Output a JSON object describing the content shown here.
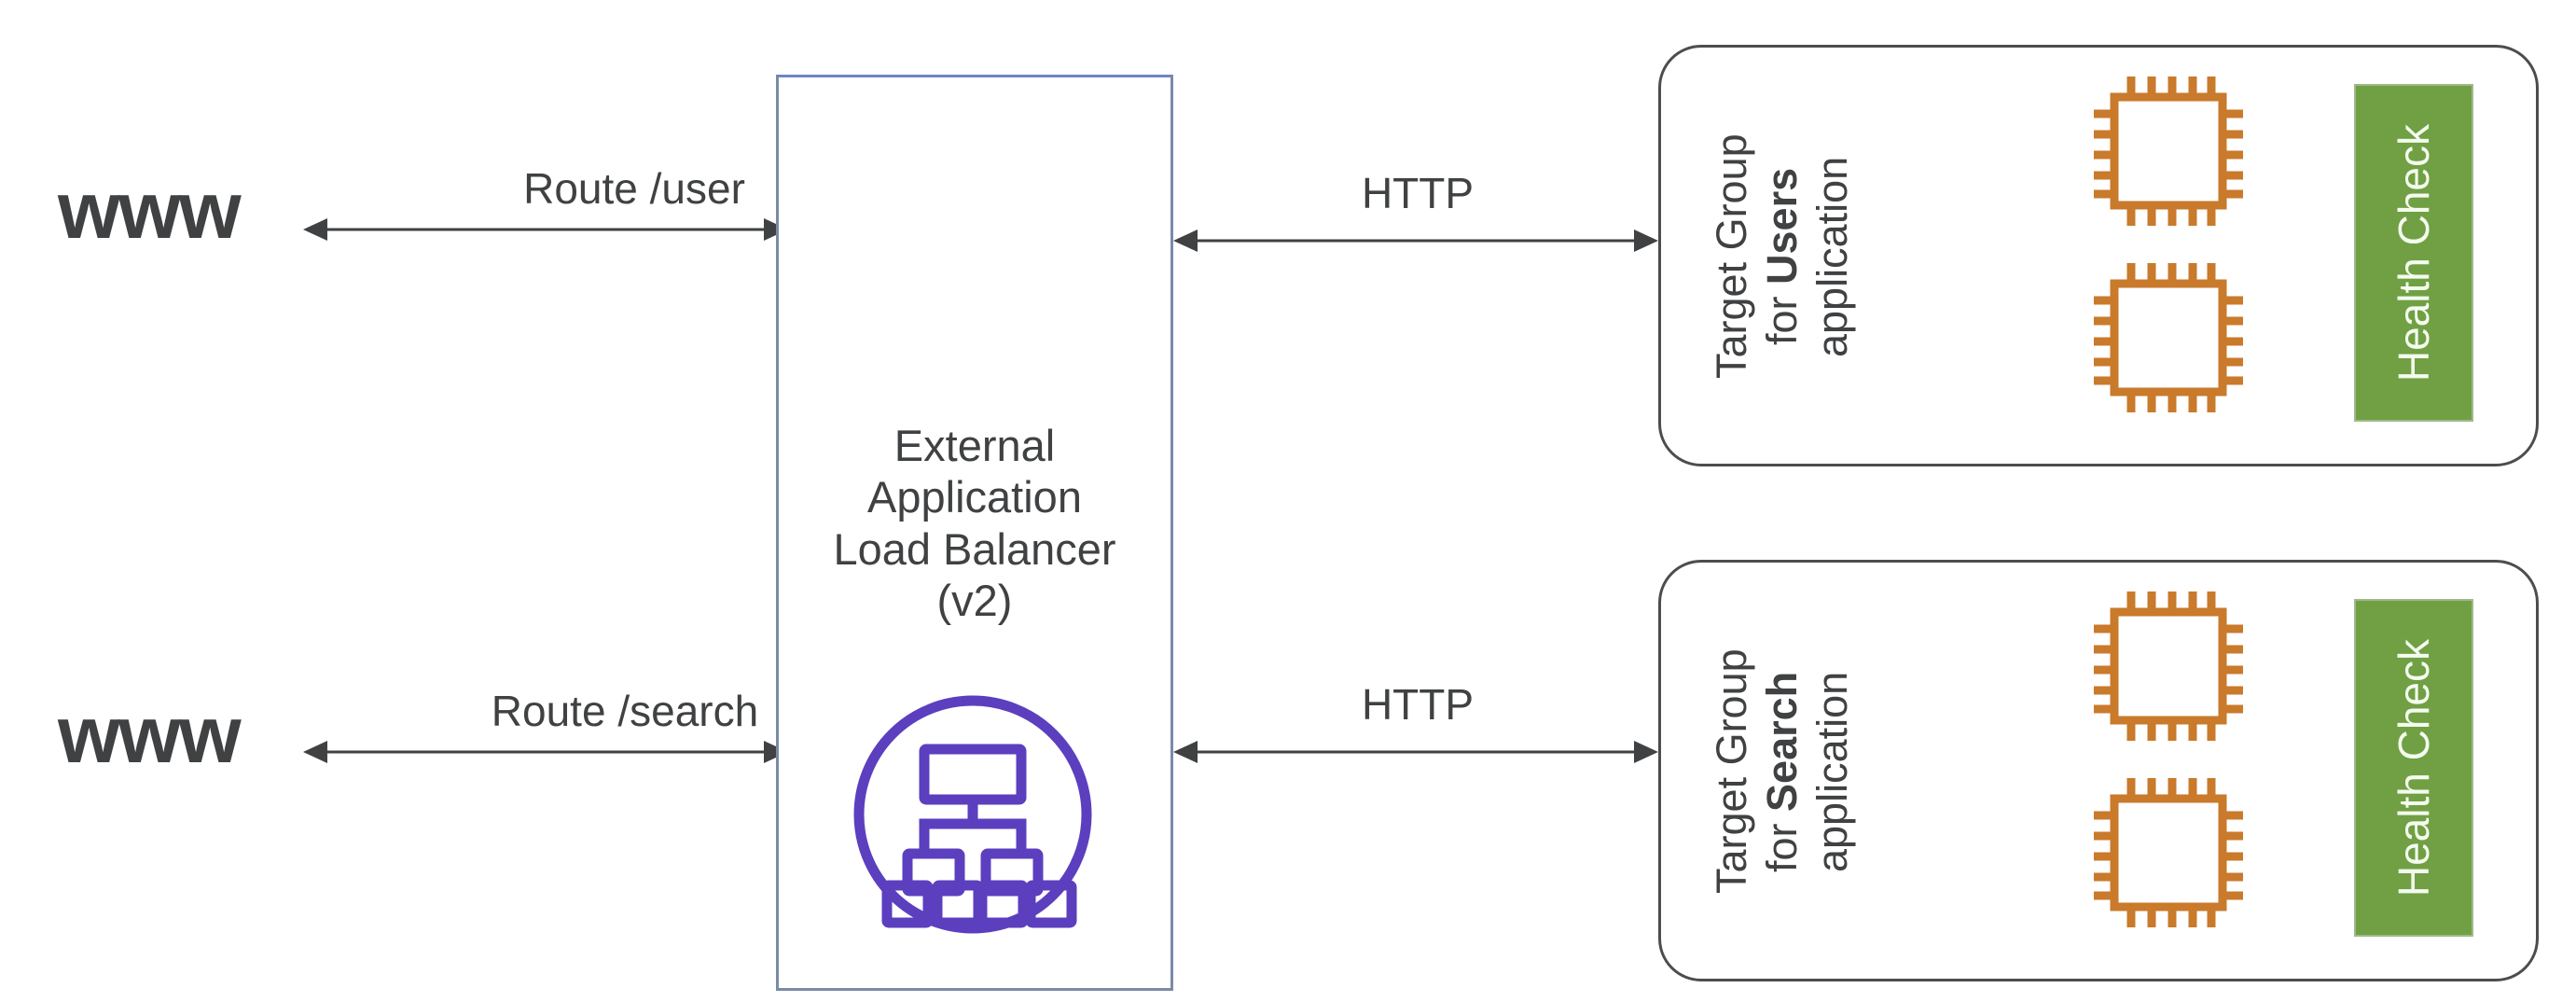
{
  "diagram": {
    "title": "External Application Load Balancer routing to target groups",
    "colors": {
      "text": "#3f4142",
      "lb_border_blue": "#6b86c4",
      "lb_border_gray": "#7a8ba6",
      "lb_icon_purple": "#5b3fbf",
      "target_group_border": "#4d4d4d",
      "chip_orange": "#c97a2b",
      "health_green": "#70a043",
      "health_text": "#f4fbef",
      "arrow": "#3f4142",
      "background": "#ffffff"
    }
  },
  "clients": [
    {
      "label": "www",
      "icon": "www-globe-icon"
    },
    {
      "label": "www",
      "icon": "www-globe-icon"
    }
  ],
  "load_balancer": {
    "lines": [
      "External",
      "Application",
      "Load Balancer",
      "(v2)"
    ],
    "full_name": "External Application Load Balancer (v2)",
    "icon": "load-balancer-hierarchy-icon"
  },
  "route_edges": [
    {
      "label": "Route /user",
      "direction": "bidirectional"
    },
    {
      "label": "Route /search",
      "direction": "bidirectional"
    }
  ],
  "protocol_edges": [
    {
      "label": "HTTP",
      "direction": "bidirectional"
    },
    {
      "label": "HTTP",
      "direction": "bidirectional"
    }
  ],
  "target_groups": [
    {
      "line1": "Target Group",
      "line2_prefix": "for ",
      "line2_bold": "Users",
      "line3": "application",
      "full_label": "Target Group for Users application",
      "instances": [
        {
          "icon": "chip-icon"
        },
        {
          "icon": "chip-icon"
        }
      ],
      "health_check": {
        "label": "Health Check"
      }
    },
    {
      "line1": "Target Group",
      "line2_prefix": "for ",
      "line2_bold": "Search",
      "line3": "application",
      "full_label": "Target Group for Search application",
      "instances": [
        {
          "icon": "chip-icon"
        },
        {
          "icon": "chip-icon"
        }
      ],
      "health_check": {
        "label": "Health Check"
      }
    }
  ]
}
